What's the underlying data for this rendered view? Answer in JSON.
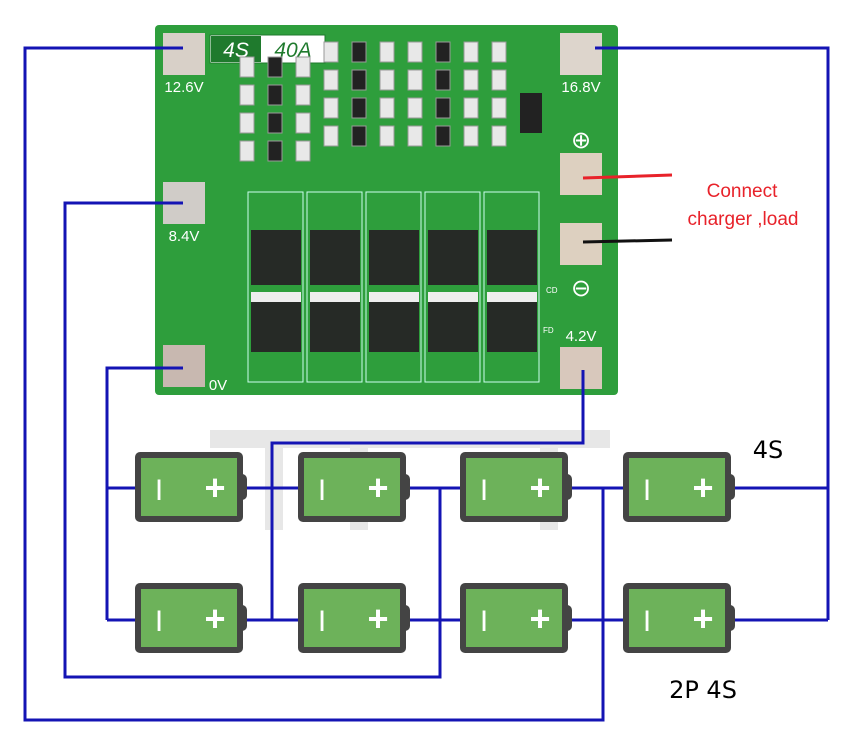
{
  "board": {
    "badge_cells": "4S",
    "badge_current": "40A",
    "pads": {
      "p126": "12.6V",
      "p84": "8.4V",
      "p0": "0V",
      "p168": "16.8V",
      "p42": "4.2V"
    },
    "plus_symbol": "⊕",
    "minus_symbol": "⊖",
    "cd": "CD",
    "fd": "FD",
    "color": "#2e9e3c"
  },
  "annotation": {
    "line1": "Connect",
    "line2": "charger ,load",
    "color": "#e8222a"
  },
  "labels": {
    "series": "4S",
    "config": "2P 4S"
  },
  "battery": {
    "minus": "I",
    "plus": "+",
    "color": "#6db25a"
  },
  "wire_color": "#1414b4",
  "watermark": "TZT"
}
